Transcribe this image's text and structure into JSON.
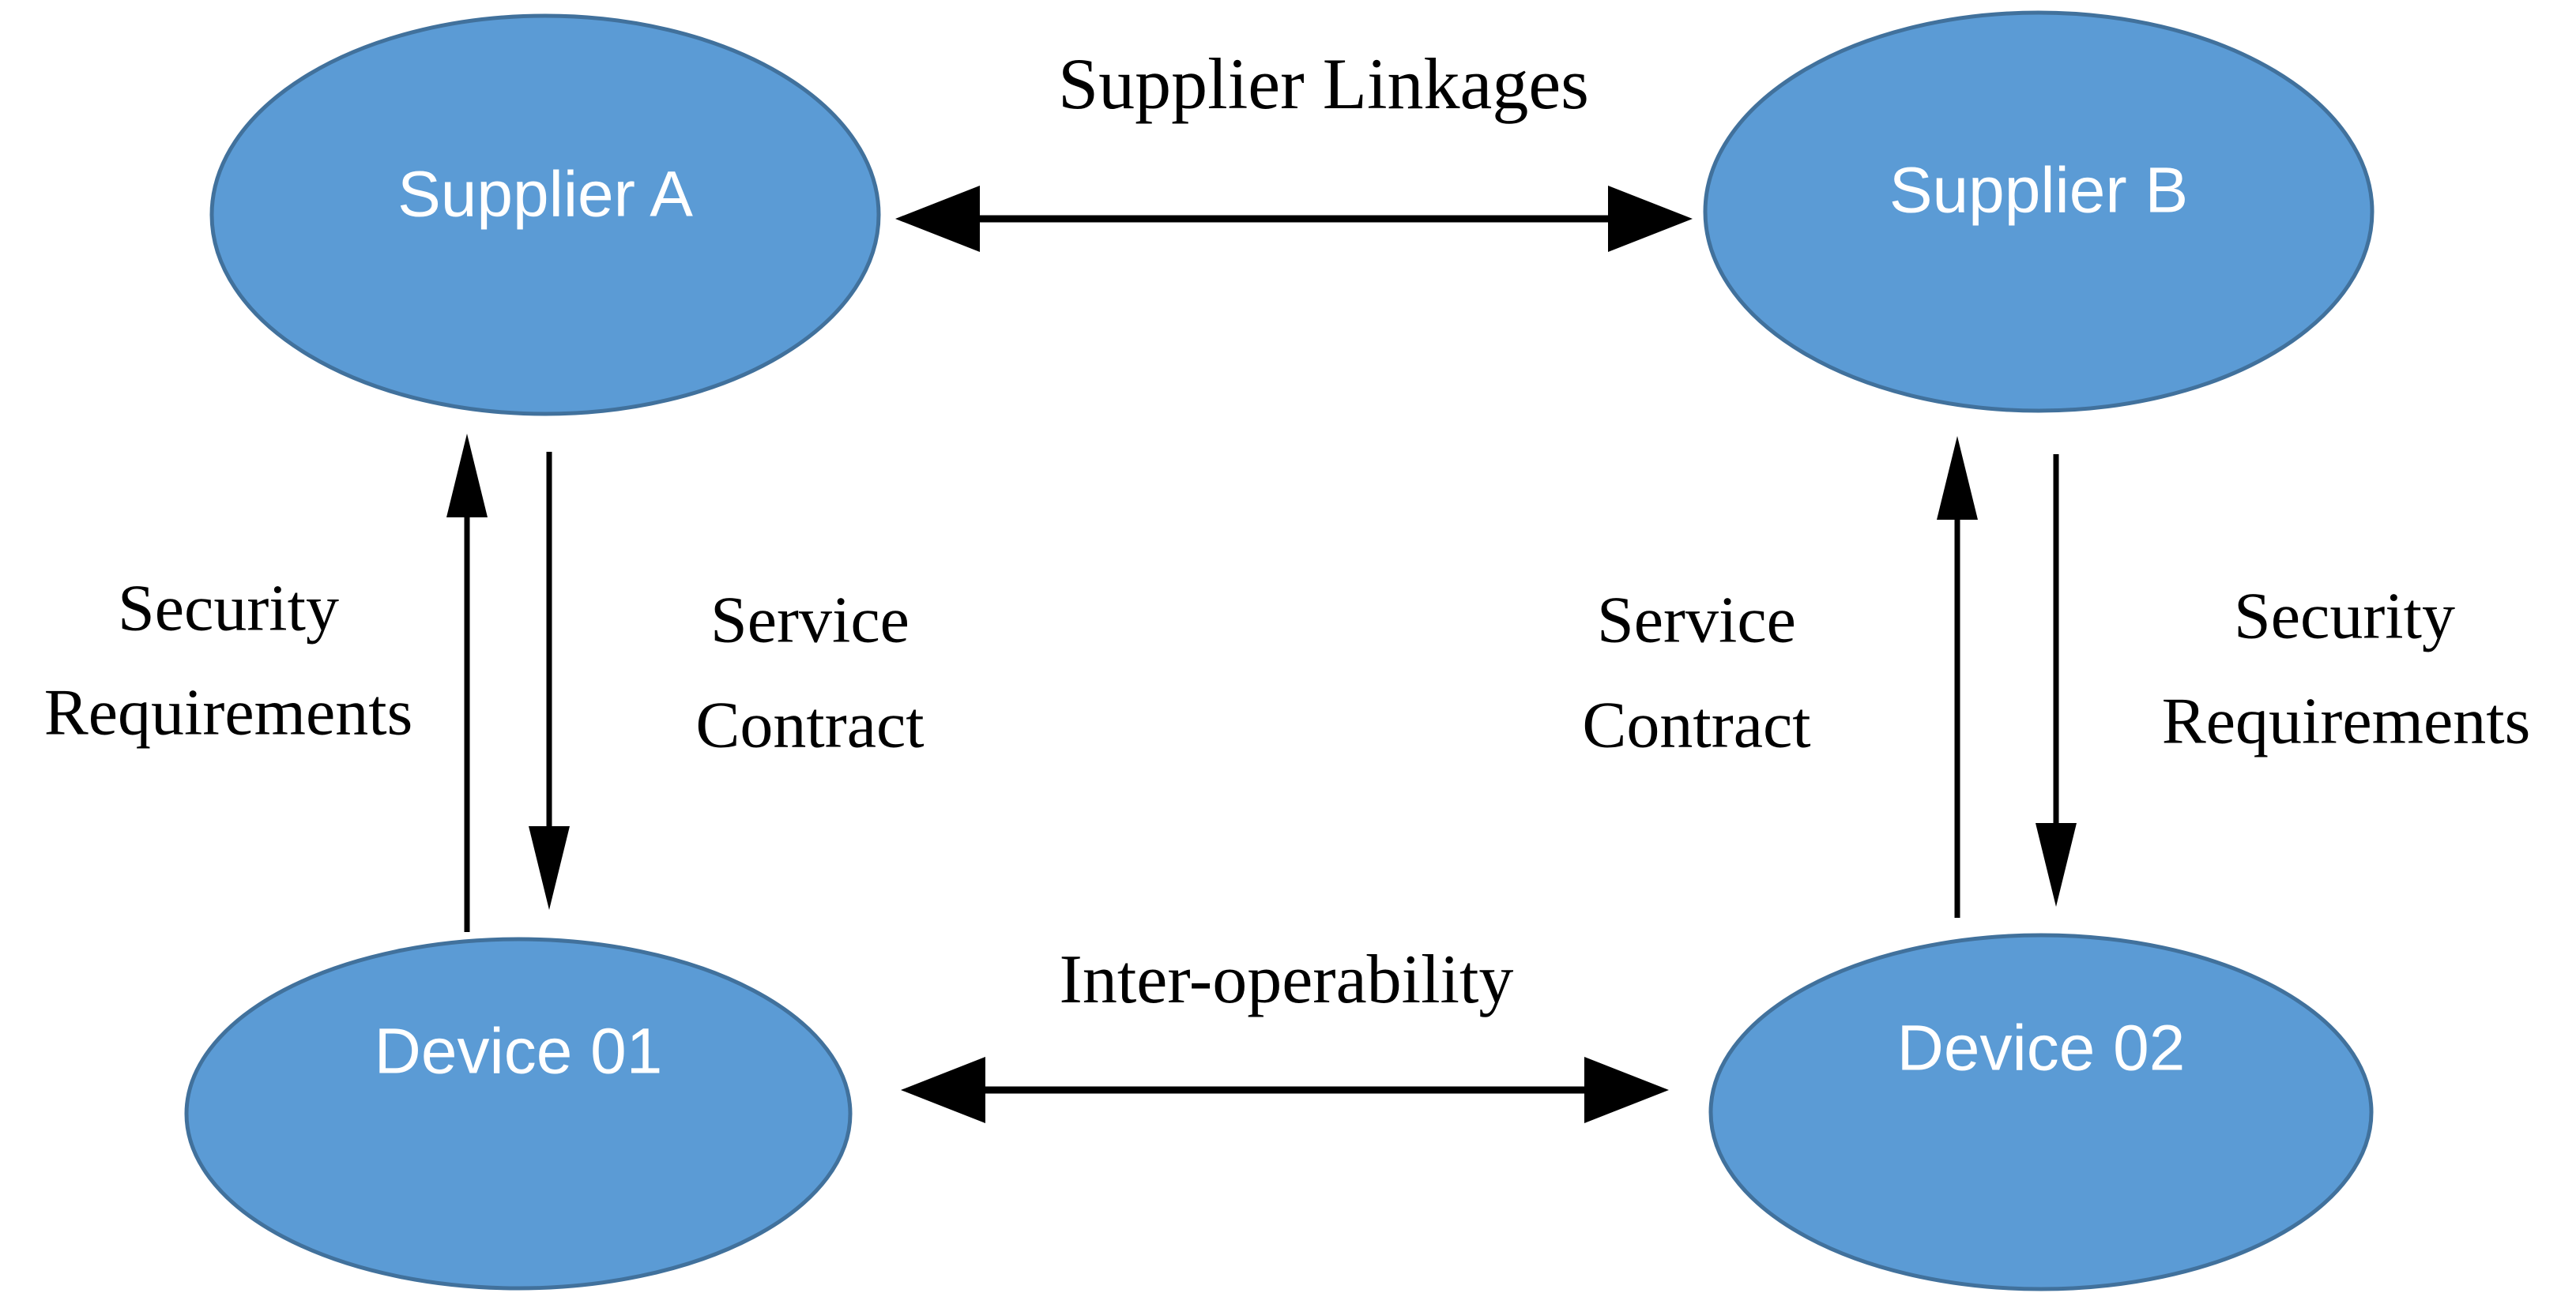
{
  "figure": {
    "colors": {
      "background": "#ffffff",
      "node_fill": "#5b9bd5",
      "node_stroke": "#41719c",
      "node_text": "#ffffff",
      "arrow": "#000000",
      "label_text": "#000000"
    },
    "nodes": {
      "supplier_a": {
        "label": "Supplier A"
      },
      "supplier_b": {
        "label": "Supplier B"
      },
      "device_01": {
        "label": "Device 01"
      },
      "device_02": {
        "label": "Device 02"
      }
    },
    "edges": {
      "supplier_linkages": {
        "label": "Supplier Linkages"
      },
      "inter_operability": {
        "label": "Inter-operability"
      },
      "left_security_requirements": {
        "line1": "Security",
        "line2": "Requirements"
      },
      "left_service_contract": {
        "line1": "Service",
        "line2": "Contract"
      },
      "right_service_contract": {
        "line1": "Service",
        "line2": "Contract"
      },
      "right_security_requirements": {
        "line1": "Security",
        "line2": "Requirements"
      }
    }
  }
}
